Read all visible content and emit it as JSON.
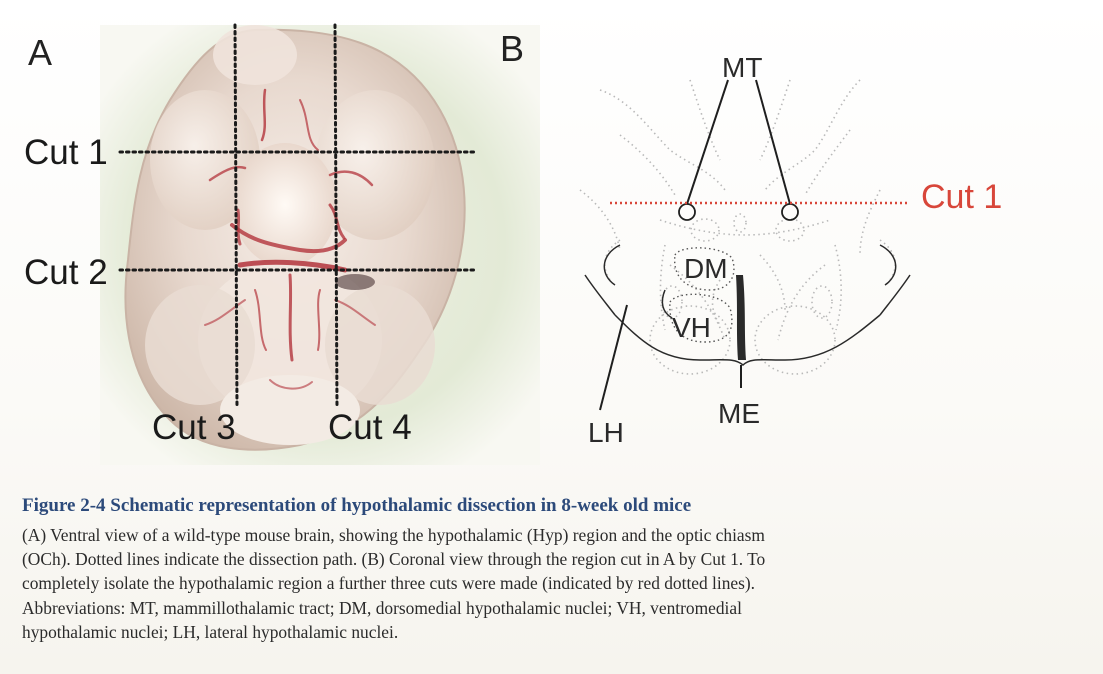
{
  "panel_a": {
    "letter": "A",
    "cuts": {
      "cut1": "Cut 1",
      "cut2": "Cut 2",
      "cut3": "Cut 3",
      "cut4": "Cut 4"
    }
  },
  "panel_b": {
    "letter": "B",
    "labels": {
      "mt": "MT",
      "cut1": "Cut 1",
      "dm": "DM",
      "vh": "VH",
      "lh": "LH",
      "me": "ME"
    }
  },
  "caption": {
    "title": "Figure 2-4 Schematic representation of hypothalamic dissection in 8-week old mice",
    "lines": [
      "(A) Ventral view of a wild-type mouse brain, showing the hypothalamic (Hyp) region and the optic chiasm",
      "(OCh). Dotted lines indicate the dissection path. (B) Coronal view through the region cut in A by Cut 1. To",
      "completely isolate the hypothalamic region a further three cuts were made (indicated by red dotted lines).",
      "Abbreviations: MT, mammillothalamic tract; DM, dorsomedial hypothalamic nuclei; VH, ventromedial",
      "hypothalamic nuclei; LH, lateral hypothalamic nuclei."
    ]
  },
  "colors": {
    "caption_title": "#2c4a7a",
    "red_cut": "#d8463a",
    "brain_tissue": "#e9ddd3",
    "blood": "#b3343c"
  }
}
